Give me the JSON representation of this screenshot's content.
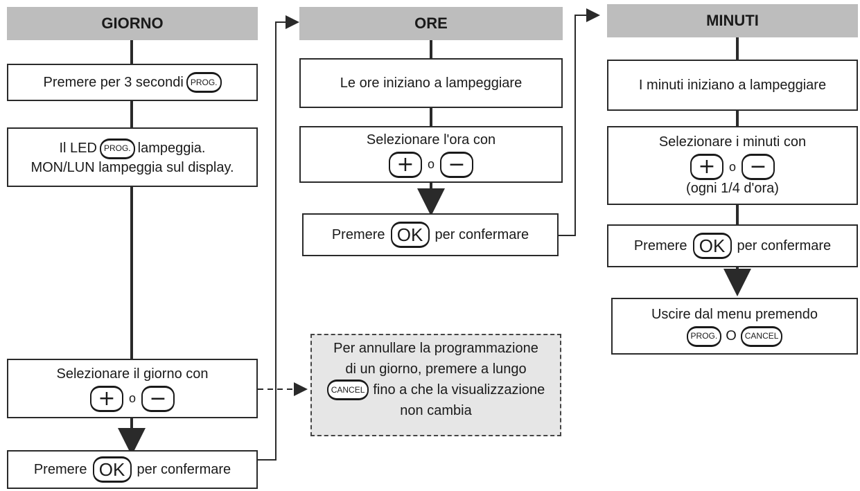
{
  "columns": {
    "giorno": {
      "header": "GIORNO",
      "step1": {
        "text": "Premere per 3 secondi",
        "key": "PROG."
      },
      "step2": {
        "line1_pre": "Il LED",
        "key": "PROG.",
        "line1_post": "lampeggia.",
        "line2": "MON/LUN lampeggia sul display."
      },
      "step3": {
        "text": "Selezionare il giorno con",
        "plus": "+",
        "or": "o",
        "minus": "−"
      },
      "step4": {
        "pre": "Premere",
        "key": "OK",
        "post": "per confermare"
      }
    },
    "ore": {
      "header": "ORE",
      "step1": {
        "text": "Le ore iniziano a lampeggiare"
      },
      "step2": {
        "text": "Selezionare l'ora con",
        "plus": "+",
        "or": "o",
        "minus": "−"
      },
      "step3": {
        "pre": "Premere",
        "key": "OK",
        "post": "per confermare"
      }
    },
    "minuti": {
      "header": "MINUTI",
      "step1": {
        "text": "I minuti iniziano a lampeggiare"
      },
      "step2": {
        "text": "Selezionare i minuti con",
        "plus": "+",
        "or": "o",
        "minus": "−",
        "note": "(ogni 1/4 d'ora)"
      },
      "step3": {
        "pre": "Premere",
        "key": "OK",
        "post": "per confermare"
      },
      "step4": {
        "text": "Uscire dal menu premendo",
        "key1": "PROG.",
        "or": "O",
        "key2": "CANCEL"
      }
    }
  },
  "note": {
    "line1": "Per annullare la programmazione",
    "line2": "di un giorno, premere a lungo",
    "key": "CANCEL",
    "line3": "fino a che la visualizzazione",
    "line4": "non cambia"
  },
  "colors": {
    "header_bg": "#bdbdbd",
    "note_bg": "#e6e6e6",
    "line": "#2a2a2a"
  }
}
